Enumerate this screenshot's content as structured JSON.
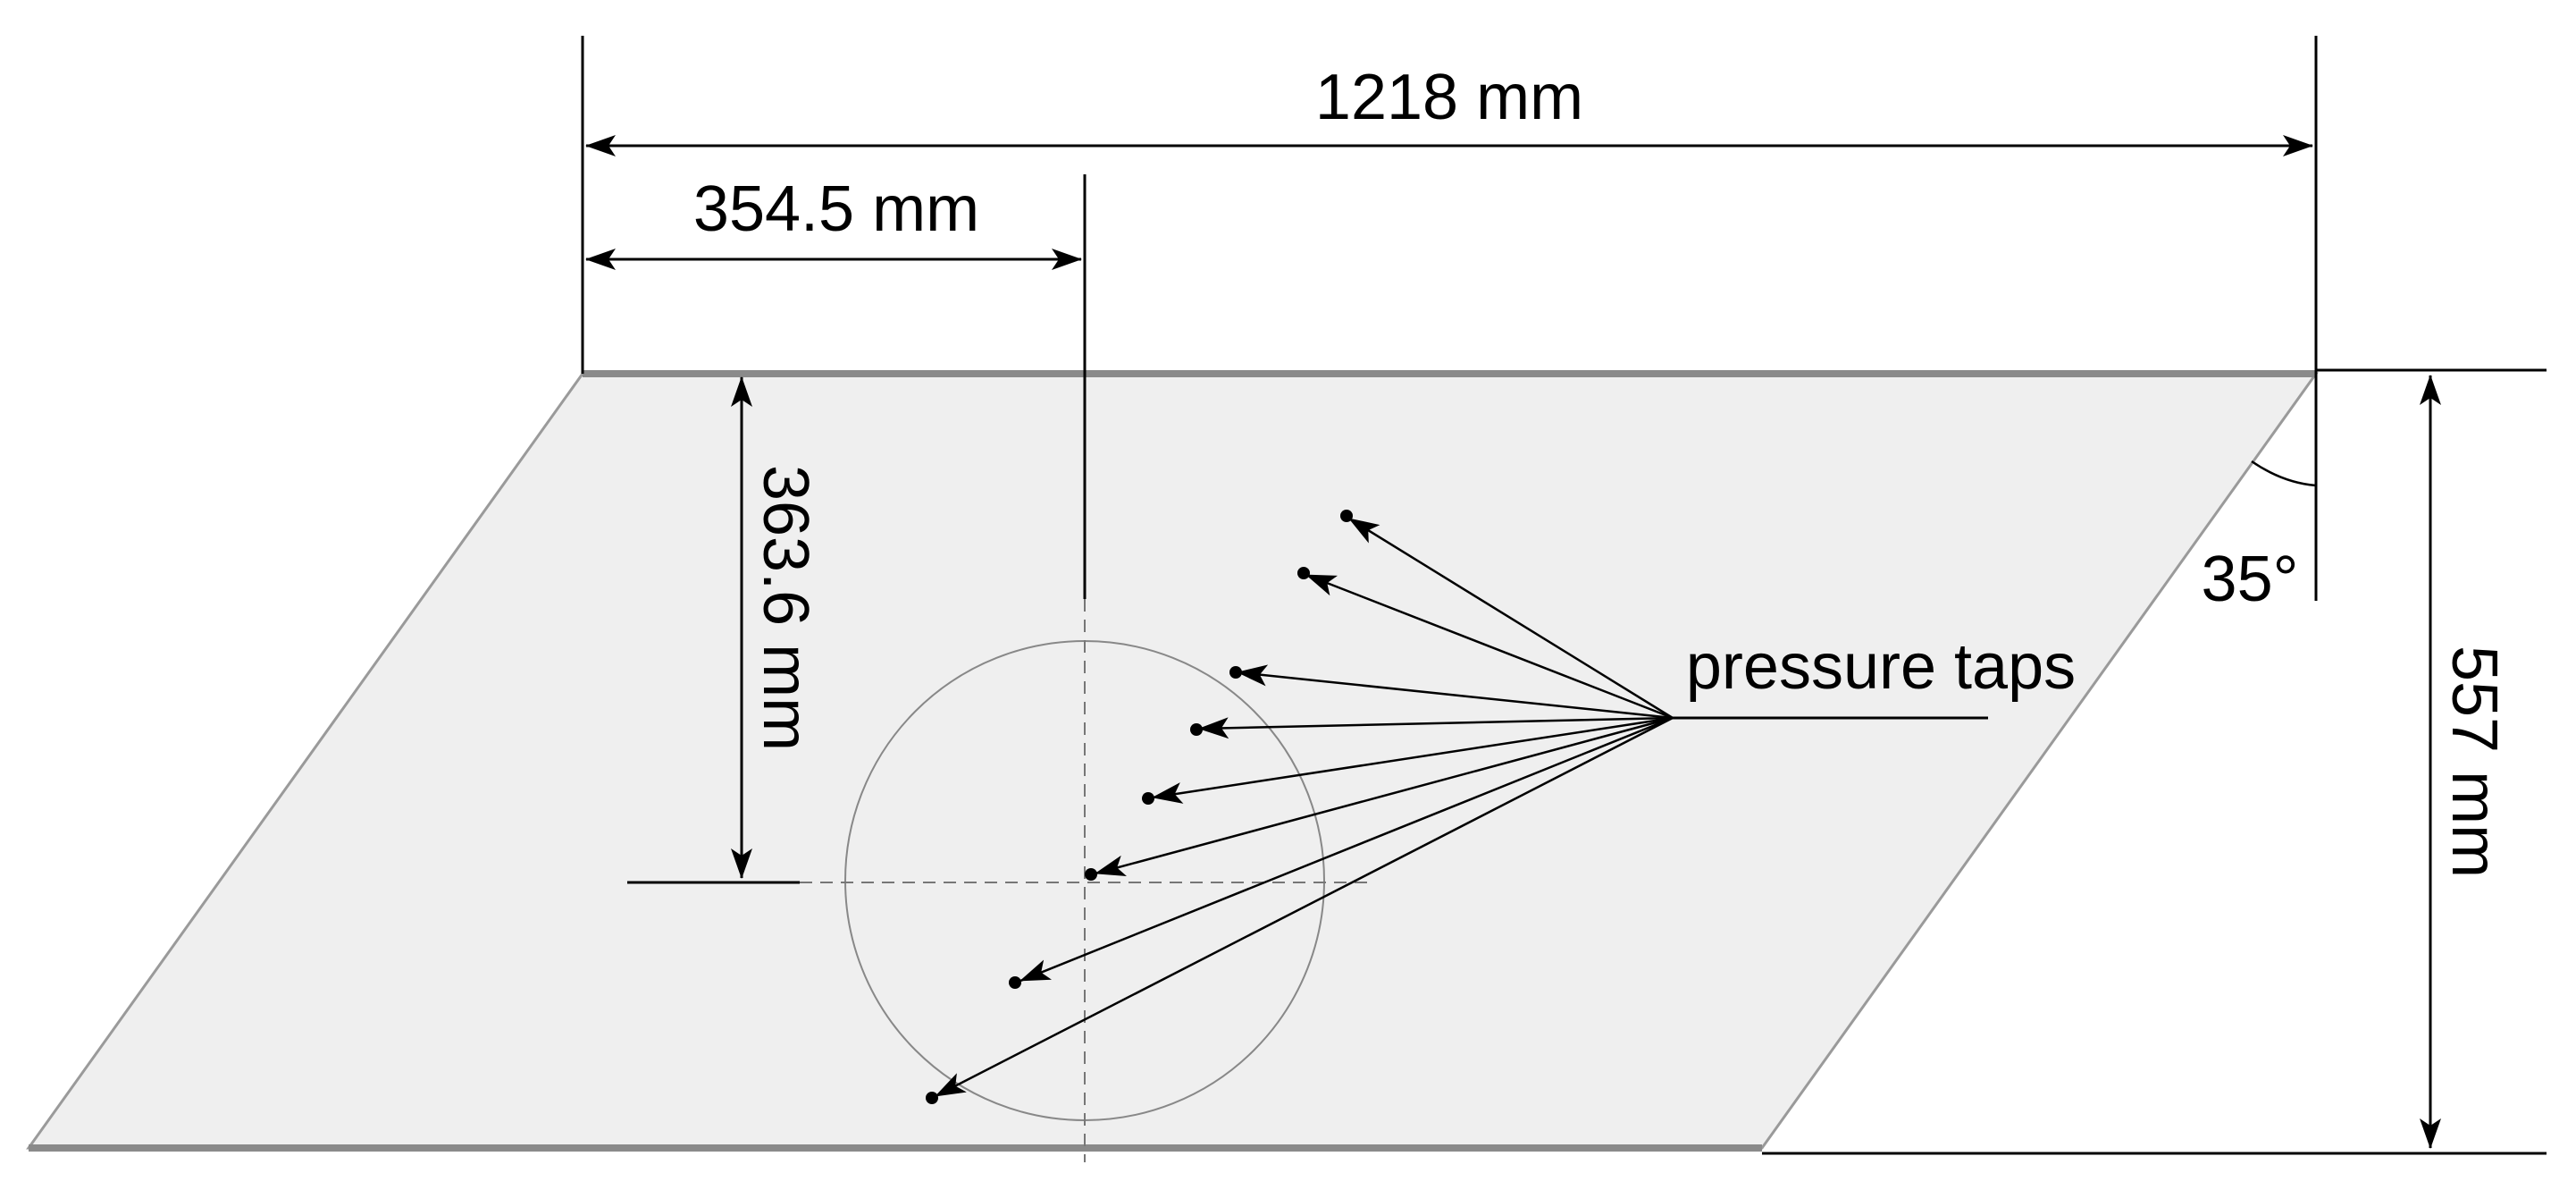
{
  "dimensions": {
    "overall_span": "1218 mm",
    "tap_offset": "354.5 mm",
    "tap_depth": "363.6 mm",
    "chord": "557 mm",
    "sweep_angle": "35°"
  },
  "callout": "pressure taps",
  "tap_count": 8,
  "colors": {
    "plate_fill": "#efefef",
    "plate_edge": "#9a9a9a",
    "line": "#000000"
  }
}
